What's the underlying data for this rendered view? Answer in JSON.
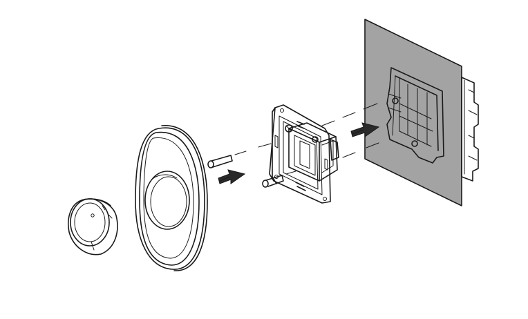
{
  "diagram": {
    "kind": "exploded-assembly-illustration",
    "parts": [
      {
        "name": "wall-panel",
        "icon": "wall-surface"
      },
      {
        "name": "flush-mount-box",
        "icon": "wall-box"
      },
      {
        "name": "mounting-screws",
        "icon": "screw"
      },
      {
        "name": "switch-insert-with-mounting-frame",
        "icon": "switch-insert"
      },
      {
        "name": "cover-frame",
        "icon": "oval-frame"
      },
      {
        "name": "rotary-knob",
        "icon": "knob"
      }
    ],
    "arrows": [
      {
        "name": "insert-into-box-arrow",
        "icon": "arrow-right"
      },
      {
        "name": "frame-onto-insert-arrow",
        "icon": "arrow-right"
      }
    ],
    "colors": {
      "line": "#1a1a1a",
      "wall": "#a3a3a3",
      "background": "#ffffff",
      "arrow": "#2a2a2a"
    }
  }
}
